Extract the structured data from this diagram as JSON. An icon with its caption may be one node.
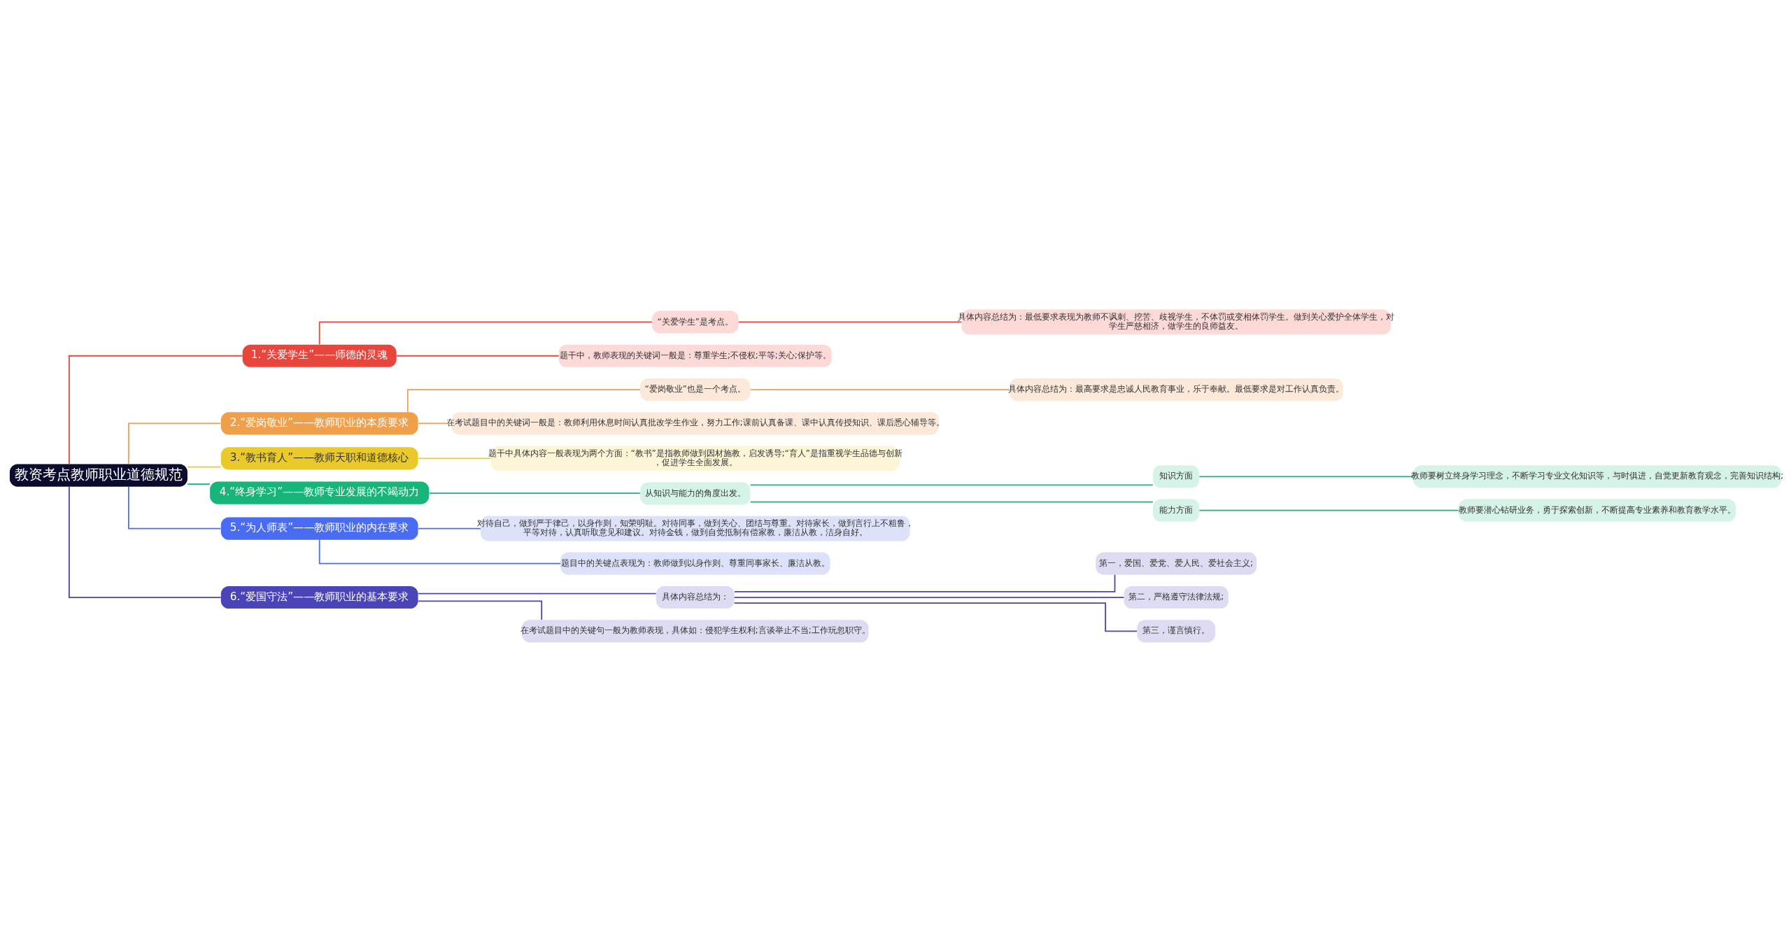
{
  "diagram": {
    "nodes": [
      {
        "text": [
          "教资考点教师职业道德规范"
        ]
      },
      {
        "text": [
          "1.“关爱学生”——师德的灵魂"
        ]
      },
      {
        "text": [
          "“关爱学生”是考点。"
        ]
      },
      {
        "text": [
          "具体内容总结为：最低要求表现为教师不讽刺、挖苦、歧视学生，不体罚或变相体罚学生。做到关心爱护全体学生，对学生严慈相济，做学生的良师益友。"
        ]
      },
      {
        "text": [
          "题干中，教师表现的关键词一般是：尊重学生;不侵权;平等;关心;保护等。"
        ]
      },
      {
        "text": [
          "2.“爱岗敬业”——教师职业的本质要求"
        ]
      },
      {
        "text": [
          "“爱岗敬业”也是一个考点。"
        ]
      },
      {
        "text": [
          "具体内容总结为：最高要求是忠诚人民教育事业，乐于奉献。最低要求是对工作认真负责。"
        ]
      },
      {
        "text": [
          "在考试题目中的关键词一般是：教师利用休息时间认真批改学生作业，努力工作;课前认真备课、课中认真传授知识、课后悉心辅导等。"
        ]
      },
      {
        "text": [
          "3.“教书育人”——教师天职和道德核心"
        ]
      },
      {
        "text": [
          "题干中具体内容一般表现为两个方面：“教书”是指教师做到因材施教，启发诱导;“育人”是指重视学生品德与创新，促进学生全面发展。"
        ]
      },
      {
        "text": [
          "4.“终身学习”——教师专业发展的不竭动力"
        ]
      },
      {
        "text": [
          "从知识与能力的角度出发。"
        ]
      },
      {
        "text": [
          "知识方面"
        ]
      },
      {
        "text": [
          "教师要树立终身学习理念，不断学习专业文化知识等，与时俱进，自觉更新教育观念，完善知识结构;"
        ]
      },
      {
        "text": [
          "能力方面"
        ]
      },
      {
        "text": [
          "教师要潜心钻研业务，勇于探索创新，不断提高专业素养和教育教学水平。"
        ]
      },
      {
        "text": [
          "5.“为人师表”——教师职业的内在要求"
        ]
      },
      {
        "text": [
          "对待自己，做到严于律己，以身作则，知荣明耻。对待同事，做到关心、团结与尊重。对待家长，做到言行上不粗鲁，平等对待，认真听取意见和建议。对待金钱，做到自觉抵制有偿家教，廉洁从教，洁身自好。"
        ]
      },
      {
        "text": [
          "题目中的关键点表现为：教师做到以身作则、尊重同事家长、廉洁从教。"
        ]
      },
      {
        "text": [
          "6.“爱国守法”——教师职业的基本要求"
        ]
      },
      {
        "text": [
          "具体内容总结为："
        ]
      },
      {
        "text": [
          "第一，爱国、爱党、爱人民、爱社会主义;"
        ]
      },
      {
        "text": [
          "第二，严格遵守法律法规;"
        ]
      },
      {
        "text": [
          "第三，谨言慎行。"
        ]
      },
      {
        "text": [
          "在考试题目中的关键句一般为教师表现，具体如：侵犯学生权利;言谈举止不当;工作玩忽职守。"
        ]
      }
    ],
    "edges": [
      {
        "from": 0,
        "to": 1,
        "arrow": "none",
        "color": "#e8453c"
      },
      {
        "from": 1,
        "to": 2,
        "arrow": "none",
        "color": "#e8453c"
      },
      {
        "from": 2,
        "to": 3,
        "arrow": "none",
        "color": "#e8453c"
      },
      {
        "from": 1,
        "to": 4,
        "arrow": "none",
        "color": "#e8453c"
      },
      {
        "from": 0,
        "to": 5,
        "arrow": "none",
        "color": "#f0a04b"
      },
      {
        "from": 5,
        "to": 6,
        "arrow": "none",
        "color": "#f0a04b"
      },
      {
        "from": 6,
        "to": 7,
        "arrow": "none",
        "color": "#f0a04b"
      },
      {
        "from": 5,
        "to": 8,
        "arrow": "none",
        "color": "#f0a04b"
      },
      {
        "from": 0,
        "to": 9,
        "arrow": "none",
        "color": "#eac92a"
      },
      {
        "from": 9,
        "to": 10,
        "arrow": "none",
        "color": "#eac92a"
      },
      {
        "from": 0,
        "to": 11,
        "arrow": "none",
        "color": "#17b57a"
      },
      {
        "from": 11,
        "to": 12,
        "arrow": "none",
        "color": "#17b57a"
      },
      {
        "from": 12,
        "to": 13,
        "arrow": "none",
        "color": "#17b57a"
      },
      {
        "from": 13,
        "to": 14,
        "arrow": "none",
        "color": "#17b57a"
      },
      {
        "from": 12,
        "to": 15,
        "arrow": "none",
        "color": "#17b57a"
      },
      {
        "from": 15,
        "to": 16,
        "arrow": "none",
        "color": "#17b57a"
      },
      {
        "from": 0,
        "to": 17,
        "arrow": "none",
        "color": "#4a6cf2"
      },
      {
        "from": 17,
        "to": 18,
        "arrow": "none",
        "color": "#4a6cf2"
      },
      {
        "from": 17,
        "to": 19,
        "arrow": "none",
        "color": "#4a6cf2"
      },
      {
        "from": 0,
        "to": 20,
        "arrow": "none",
        "color": "#4b44b8"
      },
      {
        "from": 20,
        "to": 21,
        "arrow": "none",
        "color": "#4b44b8"
      },
      {
        "from": 21,
        "to": 22,
        "arrow": "none",
        "color": "#4b44b8"
      },
      {
        "from": 21,
        "to": 23,
        "arrow": "none",
        "color": "#4b44b8"
      },
      {
        "from": 21,
        "to": 24,
        "arrow": "none",
        "color": "#4b44b8"
      },
      {
        "from": 20,
        "to": 25,
        "arrow": "none",
        "color": "#4b44b8"
      }
    ]
  }
}
